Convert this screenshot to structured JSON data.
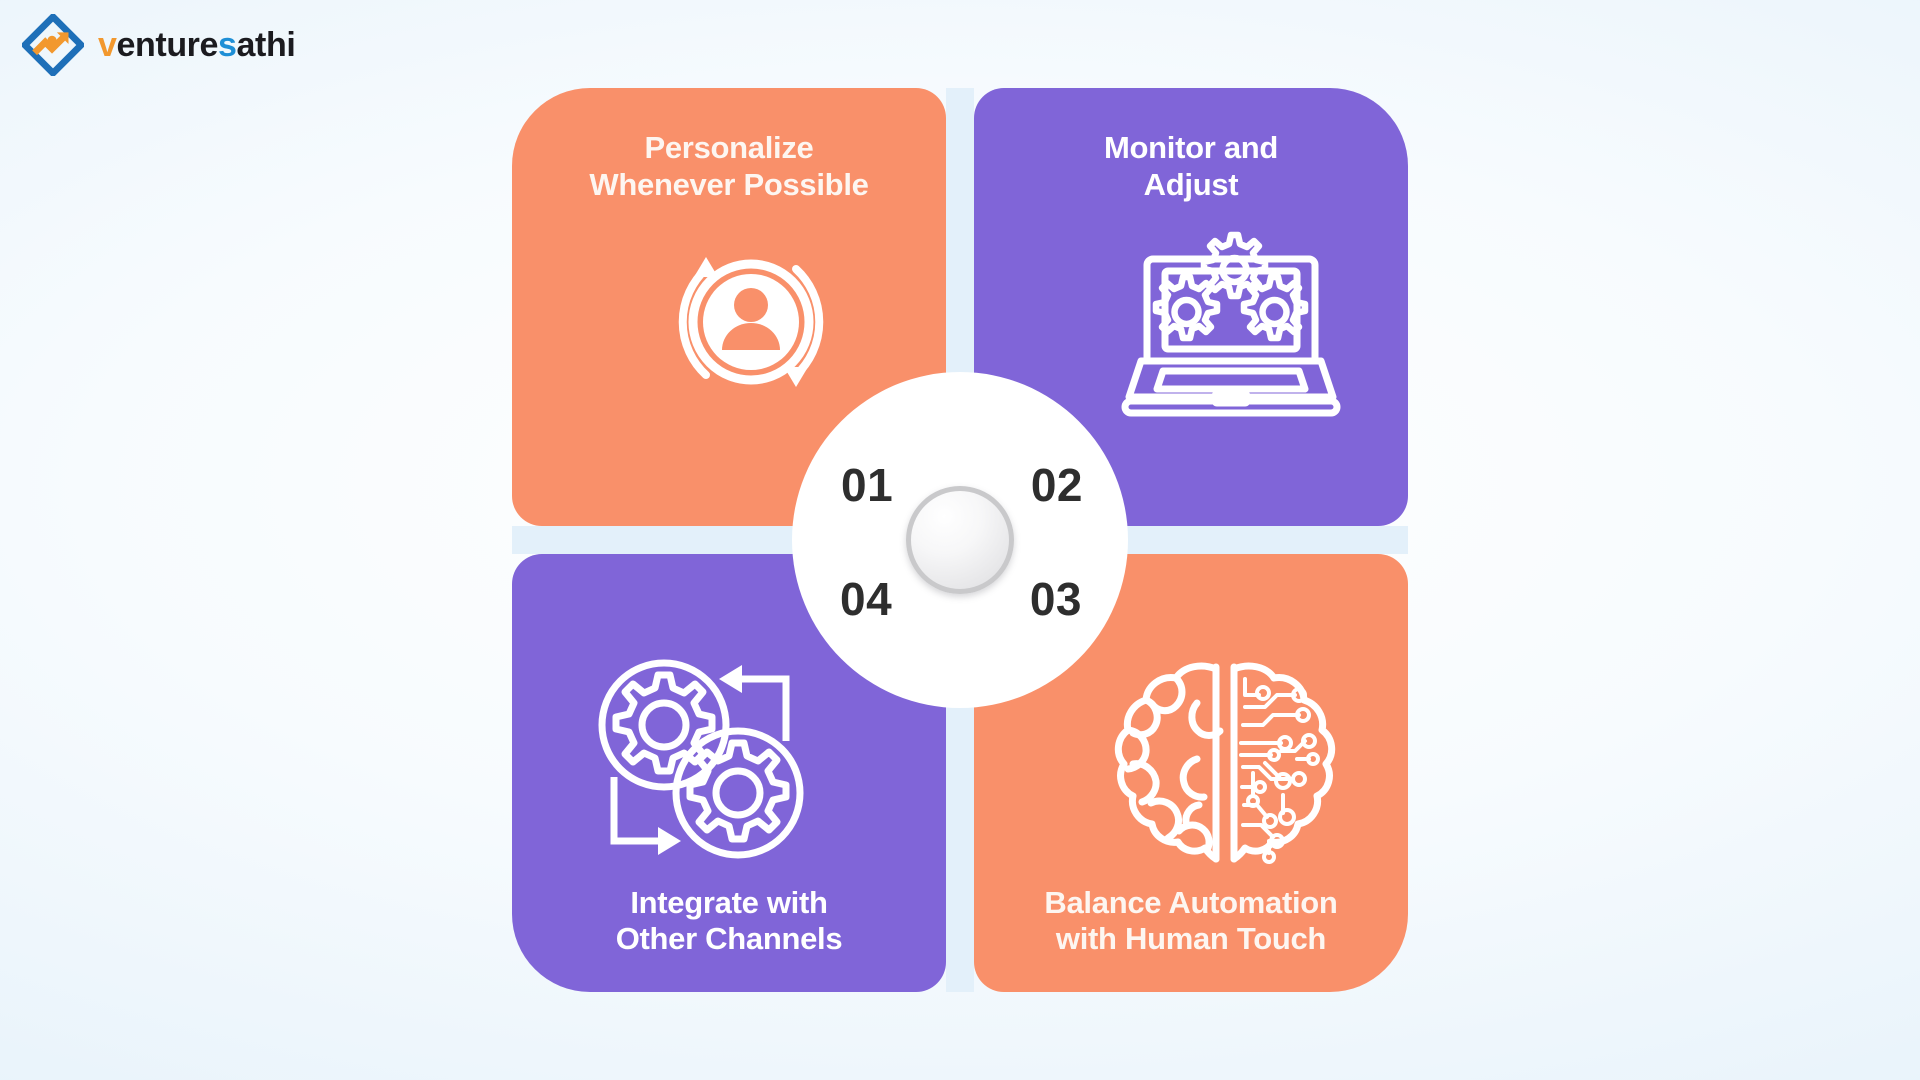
{
  "brand": {
    "logo_icon": "venturesathi-diamond-chart-logo",
    "name_part_1": "v",
    "name_part_2": "enture",
    "name_part_3": "s",
    "name_part_4": "athi",
    "full_name": "venturesathi",
    "color_orange": "#F2982E",
    "color_blue": "#1E8FD6",
    "color_dark": "#1B1B1F"
  },
  "theme": {
    "background_light": "#F7FBFE",
    "background_edge": "#DFEFF9",
    "orange_card": "#F9906A",
    "purple_card": "#8065D8",
    "cross_line": "#E3F0FA",
    "hub_fill": "#FFFFFF",
    "number_color": "#2E2E2E"
  },
  "wheel": {
    "center_sphere": "center-hub-sphere",
    "quadrants": [
      {
        "number": "01",
        "title": "Personalize\nWhenever Possible",
        "icon": "person-refresh-cycle-icon",
        "color": "#F9906A",
        "position": "top-left"
      },
      {
        "number": "02",
        "title": "Monitor and\nAdjust",
        "icon": "laptop-gears-icon",
        "color": "#8065D8",
        "position": "top-right"
      },
      {
        "number": "03",
        "title": "Balance Automation\nwith Human Touch",
        "icon": "split-brain-circuit-icon",
        "color": "#F9906A",
        "position": "bottom-right"
      },
      {
        "number": "04",
        "title": "Integrate with\nOther Channels",
        "icon": "two-gears-arrows-icon",
        "color": "#8065D8",
        "position": "bottom-left"
      }
    ]
  }
}
